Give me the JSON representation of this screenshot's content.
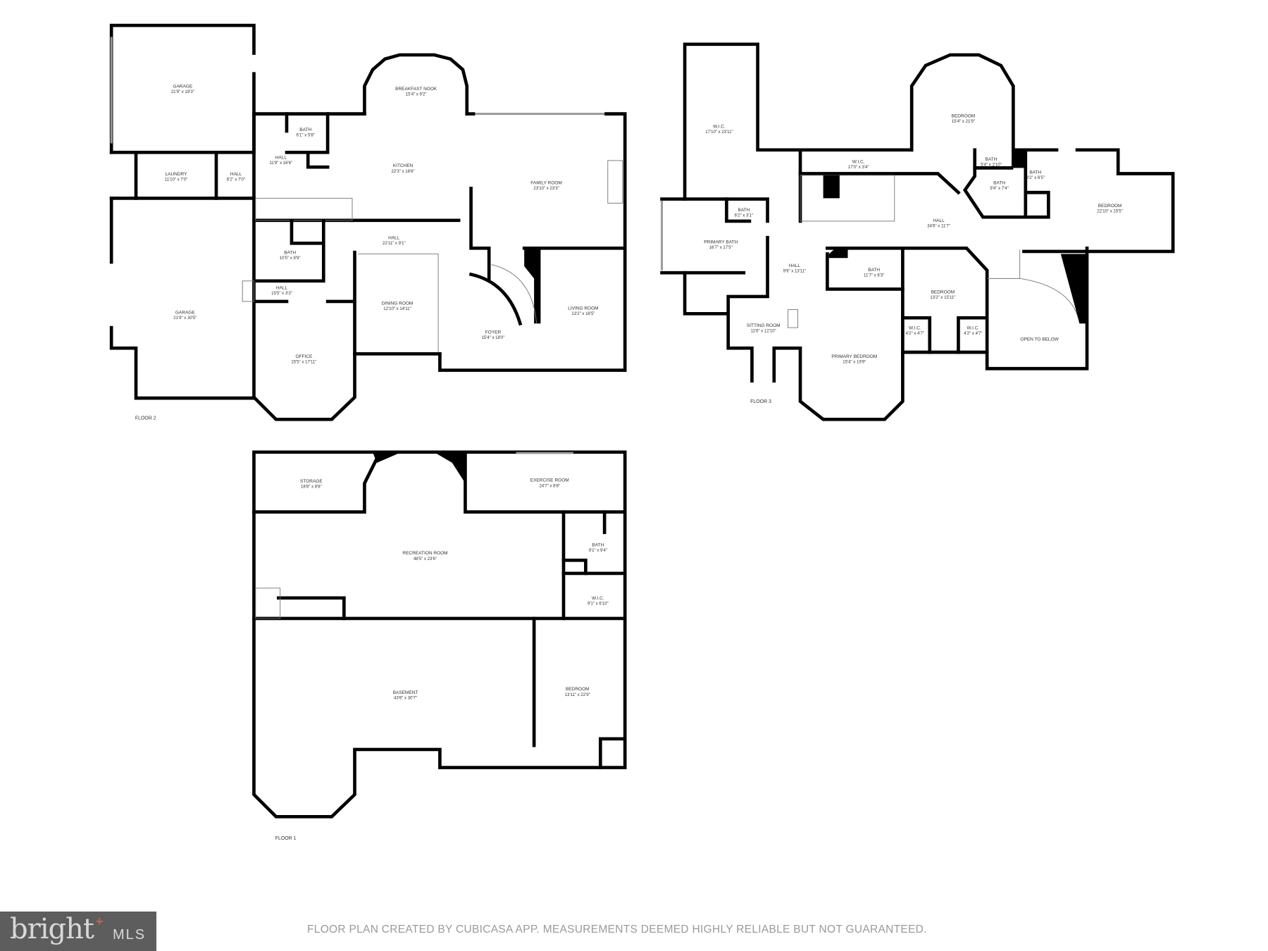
{
  "floors": [
    {
      "label": "FLOOR 2",
      "rooms": [
        {
          "name": "GARAGE",
          "dims": "21'9\" x 19'3\""
        },
        {
          "name": "LAUNDRY",
          "dims": "11'10\" x 7'0\""
        },
        {
          "name": "HALL",
          "dims": "6'2\" x 7'0\""
        },
        {
          "name": "HALL",
          "dims": "11'9\" x 16'6\""
        },
        {
          "name": "BATH",
          "dims": "6'1\" x 5'8\""
        },
        {
          "name": "BREAKFAST NOOK",
          "dims": "15'4\" x 9'2\""
        },
        {
          "name": "KITCHEN",
          "dims": "22'3\" x 16'6\""
        },
        {
          "name": "FAMILY ROOM",
          "dims": "23'10\" x 23'3\""
        },
        {
          "name": "HALL",
          "dims": "22'11\" x 9'1\""
        },
        {
          "name": "BATH",
          "dims": "10'5\" x 8'9\""
        },
        {
          "name": "HALL",
          "dims": "15'5\" x 3'3\""
        },
        {
          "name": "GARAGE",
          "dims": "21'9\" x 30'5\""
        },
        {
          "name": "OFFICE",
          "dims": "15'5\" x 17'11\""
        },
        {
          "name": "DINING ROOM",
          "dims": "12'10\" x 14'11\""
        },
        {
          "name": "FOYER",
          "dims": "15'4\" x 18'0\""
        },
        {
          "name": "LIVING ROOM",
          "dims": "13'2\" x 18'5\""
        }
      ]
    },
    {
      "label": "FLOOR 3",
      "rooms": [
        {
          "name": "W.I.C.",
          "dims": "17'10\" x 23'11\""
        },
        {
          "name": "W.I.C.",
          "dims": "17'0\" x 3'4\""
        },
        {
          "name": "BEDROOM",
          "dims": "15'4\" x 21'9\""
        },
        {
          "name": "BATH",
          "dims": "5'4\" x 2'10\""
        },
        {
          "name": "BATH",
          "dims": "9'4\" x 7'4\""
        },
        {
          "name": "BATH",
          "dims": "3'2\" x 6'5\""
        },
        {
          "name": "BEDROOM",
          "dims": "22'10\" x 15'5\""
        },
        {
          "name": "HALL",
          "dims": "34'6\" x 11'7\""
        },
        {
          "name": "BATH",
          "dims": "6'2\" x 3'1\""
        },
        {
          "name": "PRIMARY BATH",
          "dims": "16'7\" x 17'5\""
        },
        {
          "name": "HALL",
          "dims": "9'9\" x 13'11\""
        },
        {
          "name": "BATH",
          "dims": "11'7\" x 6'3\""
        },
        {
          "name": "BEDROOM",
          "dims": "13'2\" x 15'11\""
        },
        {
          "name": "SITTING ROOM",
          "dims": "11'6\" x 12'10\""
        },
        {
          "name": "PRIMARY BEDROOM",
          "dims": "15'4\" x 19'9\""
        },
        {
          "name": "W.I.C.",
          "dims": "4'2\" x 4'7\""
        },
        {
          "name": "W.I.C.",
          "dims": "4'2\" x 4'7\""
        },
        {
          "name": "OPEN TO BELOW",
          "dims": ""
        }
      ]
    },
    {
      "label": "FLOOR 1",
      "rooms": [
        {
          "name": "STORAGE",
          "dims": "18'8\" x 8'8\""
        },
        {
          "name": "EXERCISE ROOM",
          "dims": "24'7\" x 8'8\""
        },
        {
          "name": "RECREATION ROOM",
          "dims": "48'5\" x 23'6\""
        },
        {
          "name": "BATH",
          "dims": "9'1\" x 9'4\""
        },
        {
          "name": "W.I.C.",
          "dims": "9'1\" x 6'10\""
        },
        {
          "name": "BASEMENT",
          "dims": "43'6\" x 30'7\""
        },
        {
          "name": "BEDROOM",
          "dims": "13'11\" x 22'9\""
        }
      ]
    }
  ],
  "footer": {
    "disclaimer": "FLOOR PLAN CREATED BY CUBICASA APP. MEASUREMENTS DEEMED HIGHLY RELIABLE BUT NOT GUARANTEED.",
    "logo_text": "bright MLS",
    "logo_accent": "#e2582a"
  }
}
